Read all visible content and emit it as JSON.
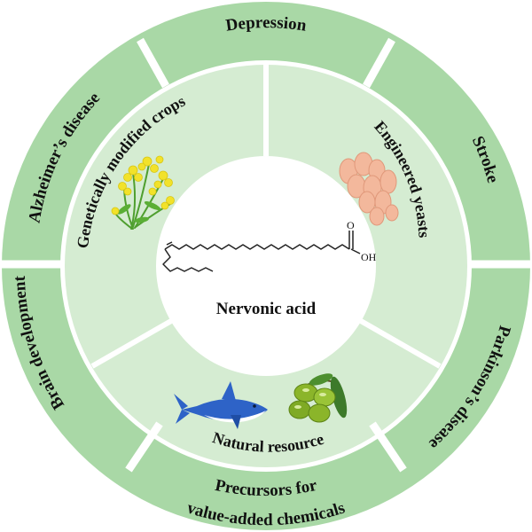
{
  "center": {
    "title": "Nervonic acid",
    "molecule": {
      "oxygen_label": "O",
      "hydroxyl_label": "OH"
    }
  },
  "inner_ring": {
    "segments": [
      {
        "label": "Genetically modified crops",
        "icon": "rapeseed-flower-icon"
      },
      {
        "label": "Engineered yeasts",
        "icon": "yeast-cells-icon"
      },
      {
        "label": "Natural resource",
        "icon": "shark-and-olives-icon"
      }
    ]
  },
  "outer_ring": {
    "segments": [
      {
        "label": "Depression"
      },
      {
        "label": "Stroke"
      },
      {
        "label": "Parkinson’s disease"
      },
      {
        "label": "Precursors for"
      },
      {
        "label": "value-added chemicals"
      },
      {
        "label": "Brain development"
      },
      {
        "label": "Alzheimer’s disease"
      }
    ]
  },
  "colors": {
    "outer_ring": "#a9d8a6",
    "inner_ring": "#d5ecd2",
    "center": "#ffffff",
    "divider": "#ffffff",
    "rapeseed_yellow": "#f2e22a",
    "stem_green": "#4f9f2f",
    "yeast_peach": "#f3b89c",
    "shark_blue": "#2e63c7",
    "olive_green": "#8bb52a"
  }
}
